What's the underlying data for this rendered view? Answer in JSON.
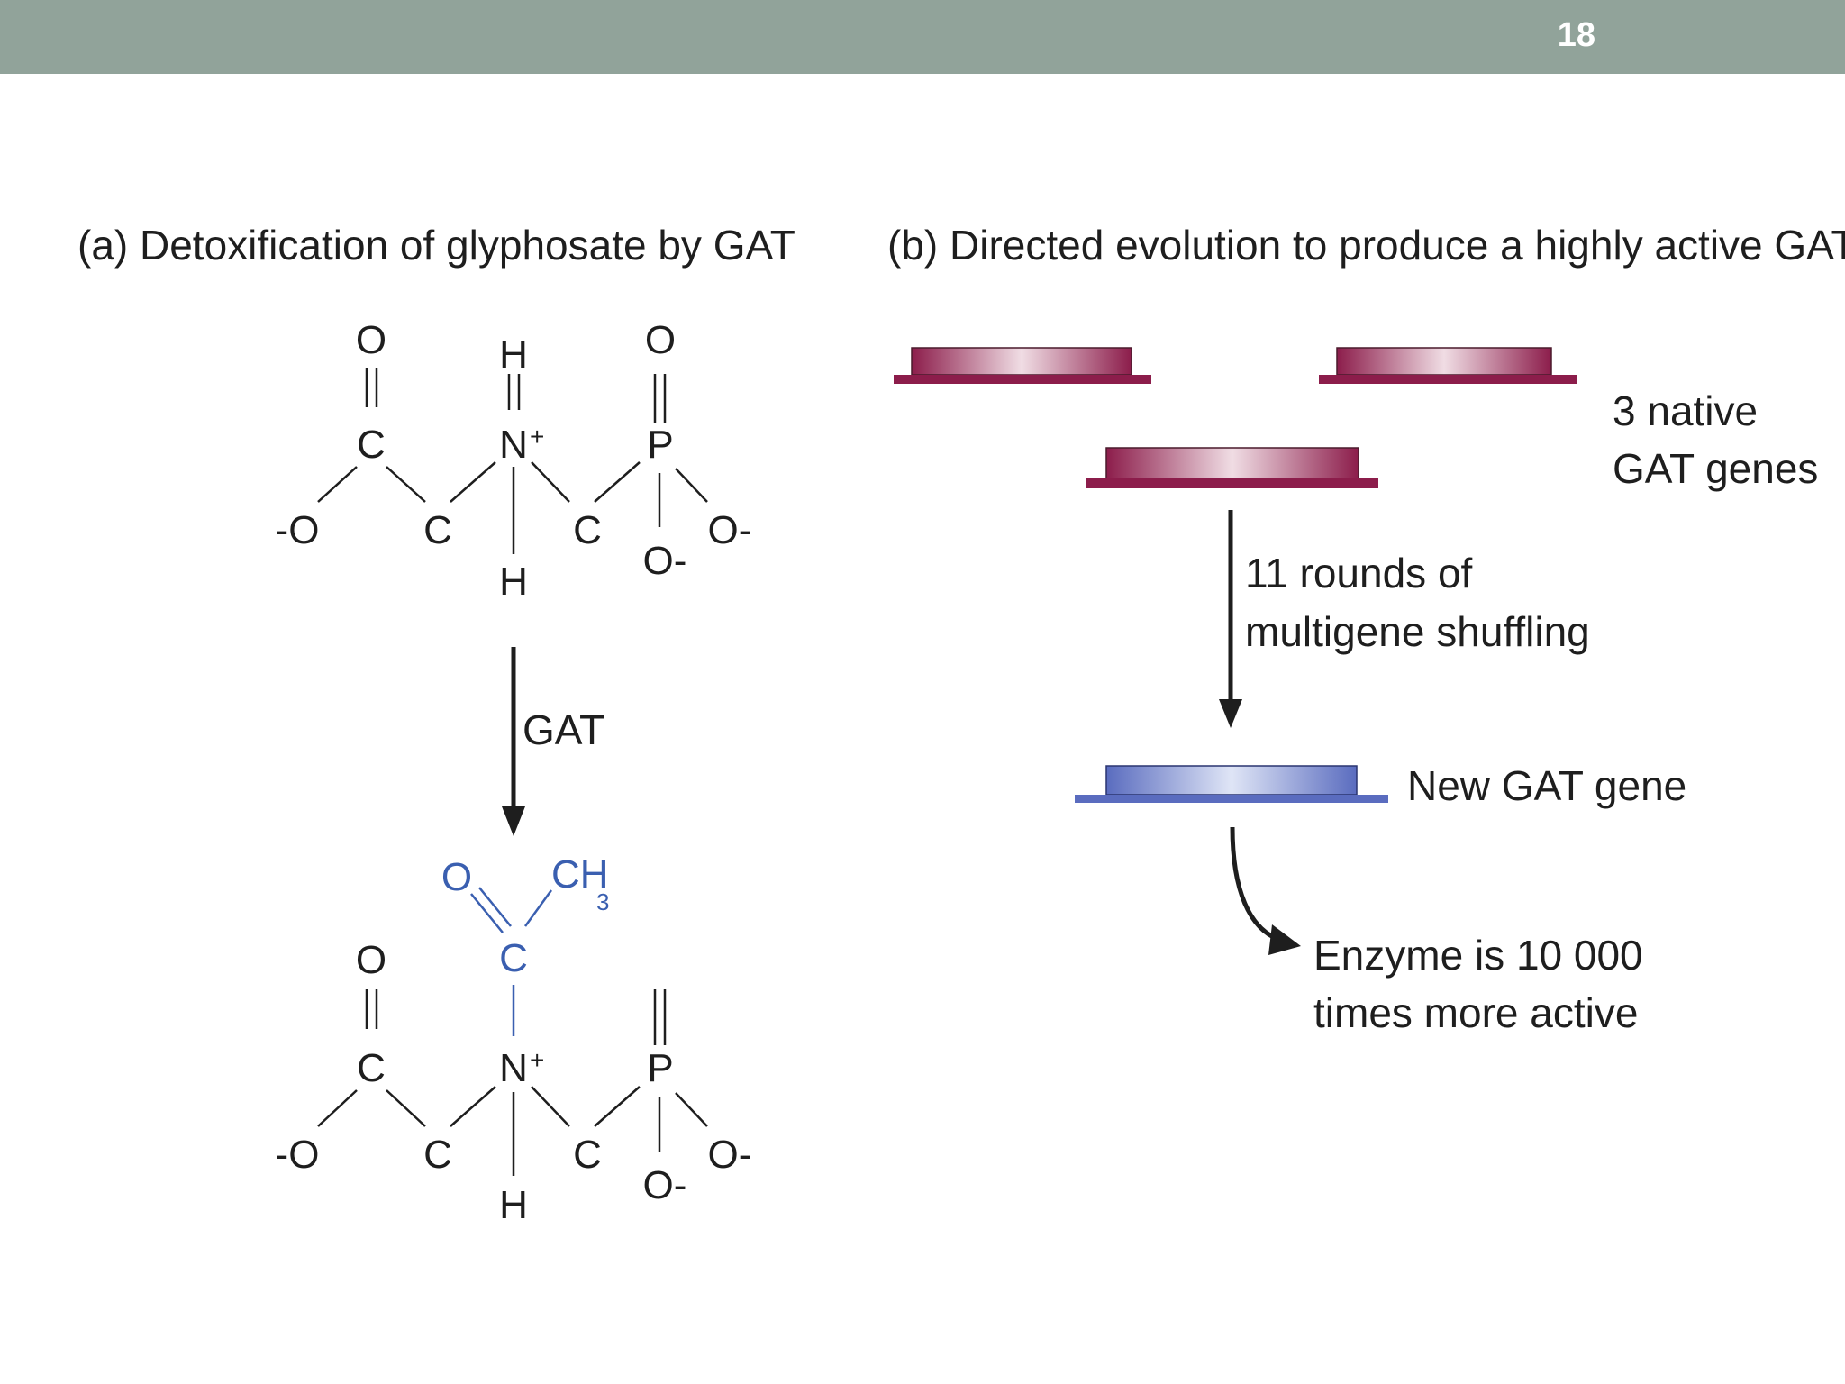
{
  "slide": {
    "number": "18"
  },
  "panel_a": {
    "title": "(a) Detoxification of glyphosate by GAT",
    "arrow_label": "GAT",
    "substrate_atoms": {
      "o_top_left": "O",
      "c_carboxyl": "C",
      "o_minus_left": "-O",
      "c_alpha": "C",
      "h_top": "H",
      "n_plus": "N",
      "n_charge": "+",
      "h_bottom": "H",
      "c_methylene": "C",
      "o_top_right": "O",
      "p": "P",
      "o_minus_right": "O-",
      "o_minus_bottom": "O-"
    },
    "product_atoms": {
      "acetyl_o": "O",
      "acetyl_c": "C",
      "methyl": "CH",
      "methyl_sub": "3",
      "o_top_left": "O",
      "c_carboxyl": "C",
      "o_minus_left": "-O",
      "c_alpha": "C",
      "n_plus": "N",
      "n_charge": "+",
      "h_bottom": "H",
      "c_methylene": "C",
      "p": "P",
      "o_minus_right": "O-",
      "o_minus_bottom": "O-"
    }
  },
  "panel_b": {
    "title": "(b) Directed evolution to produce a highly active GAT enzyme",
    "native_label_line1": "3 native",
    "native_label_line2": "GAT genes",
    "step_label_line1": "11 rounds of",
    "step_label_line2": "multigene shuffling",
    "new_gene_label": "New GAT gene",
    "result_line1": "Enzyme is 10 000",
    "result_line2": "times more active"
  },
  "colors": {
    "header": "#91a39a",
    "native_gene": "#8c1d4b",
    "new_gene": "#5a6cbf",
    "acetyl_group": "#3a5fb0"
  }
}
